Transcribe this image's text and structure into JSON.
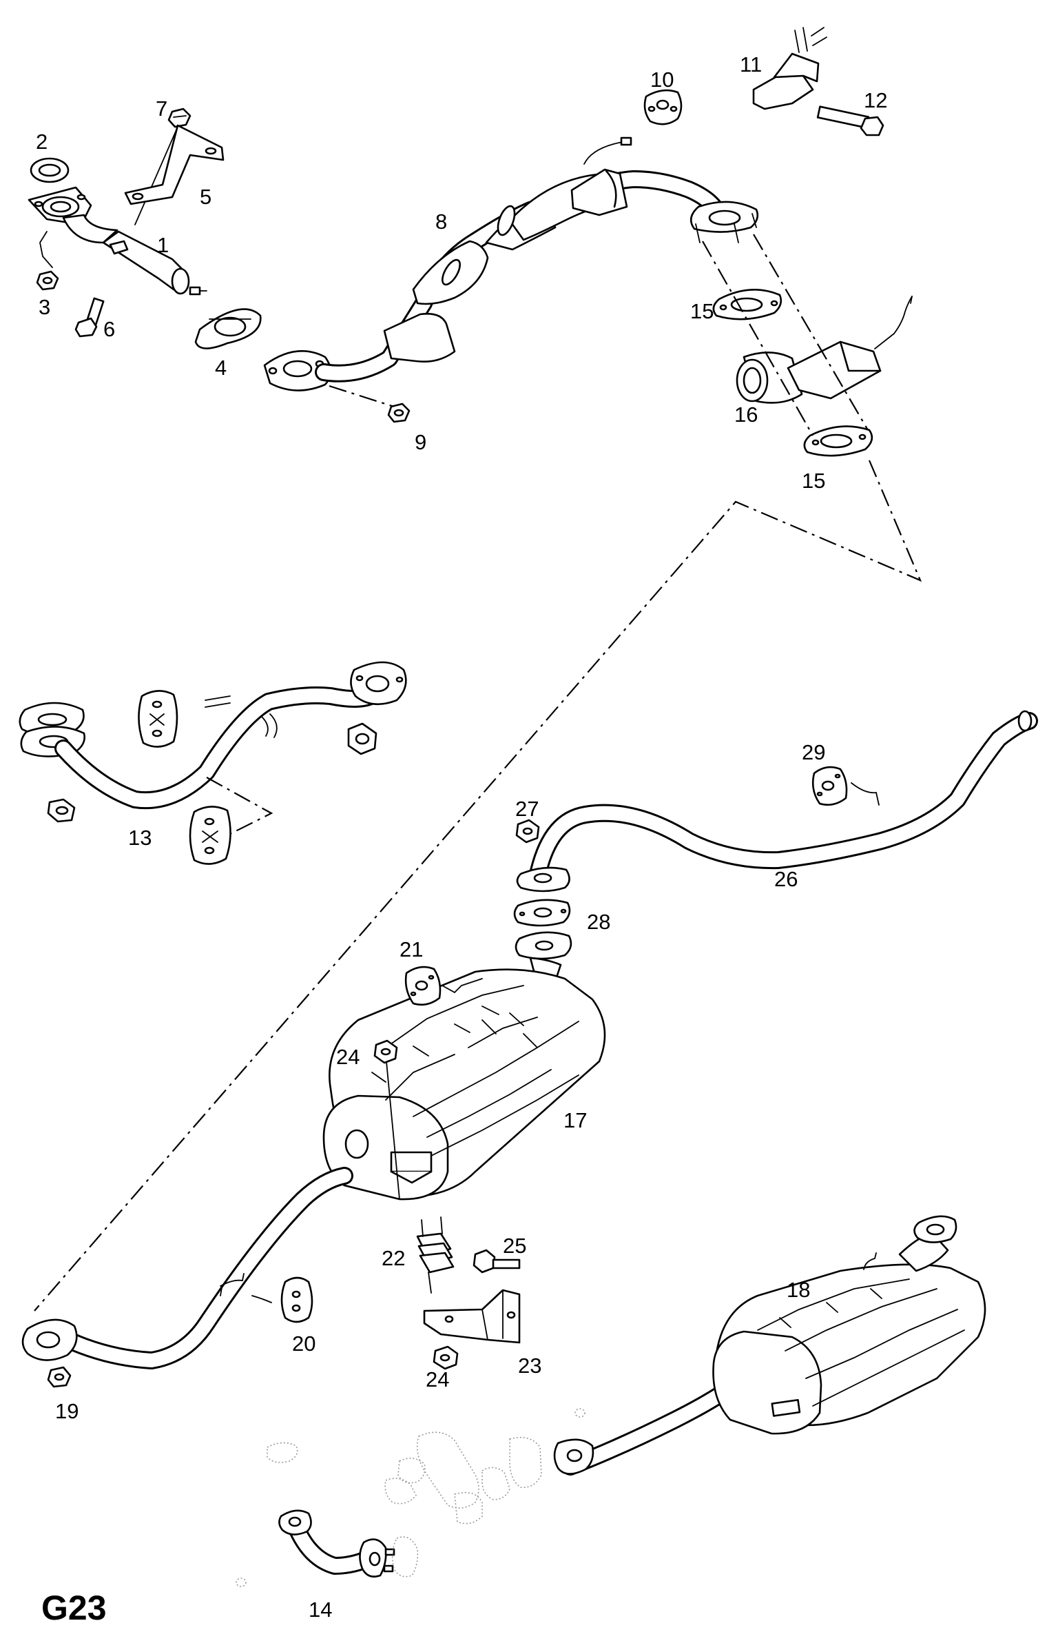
{
  "sheet": {
    "code": "G23"
  },
  "callouts": [
    "1",
    "2",
    "3",
    "4",
    "5",
    "6",
    "7",
    "8",
    "9",
    "10",
    "11",
    "12",
    "13",
    "14",
    "15",
    "15",
    "16",
    "17",
    "18",
    "19",
    "20",
    "21",
    "22",
    "23",
    "24",
    "24",
    "25",
    "26",
    "27",
    "28",
    "29"
  ],
  "colors": {
    "line": "#000000",
    "background": "#ffffff",
    "ghost": "#9a9a9a"
  }
}
